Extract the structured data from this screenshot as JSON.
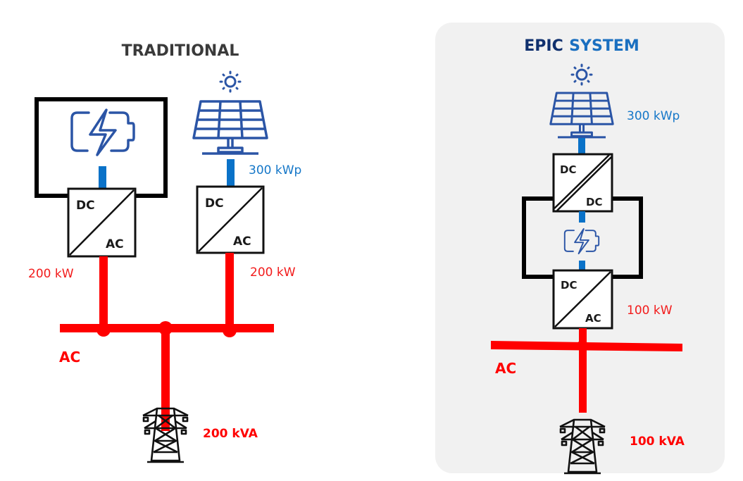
{
  "colors": {
    "ac_line": "#ff0000",
    "dc_line": "#0a72c8",
    "icon_blue": "#2b55a6",
    "pv_label": "#1577c8",
    "rating_red": "#f21b1b",
    "title_dark": "#3a3a3a",
    "epic_dark": "#10306e",
    "epic_light": "#1a6fc0",
    "panel_bg": "#f1f1f1",
    "wire_black": "#000000"
  },
  "traditional": {
    "title": "TRADITIONAL",
    "pv": {
      "icon": "solar-panel-icon",
      "sun_icon": "sun-icon",
      "rating": "300 kWp"
    },
    "battery": {
      "icon": "battery-charging-icon"
    },
    "battery_inverter": {
      "top": "DC",
      "bottom": "AC",
      "rating": "200 kW"
    },
    "pv_inverter": {
      "top": "DC",
      "bottom": "AC",
      "rating": "200 kW"
    },
    "bus_label": "AC",
    "grid": {
      "icon": "transmission-tower-icon",
      "rating": "200 kVA"
    }
  },
  "epic": {
    "title_part1": "EPIC",
    "title_part2": "SYSTEM",
    "pv": {
      "icon": "solar-panel-icon",
      "sun_icon": "sun-icon",
      "rating": "300 kWp"
    },
    "dcdc_converter": {
      "top": "DC",
      "bottom": "DC"
    },
    "battery": {
      "icon": "battery-charging-icon"
    },
    "inverter": {
      "top": "DC",
      "bottom": "AC",
      "rating": "100 kW"
    },
    "bus_label": "AC",
    "grid": {
      "icon": "transmission-tower-icon",
      "rating": "100 kVA"
    }
  }
}
